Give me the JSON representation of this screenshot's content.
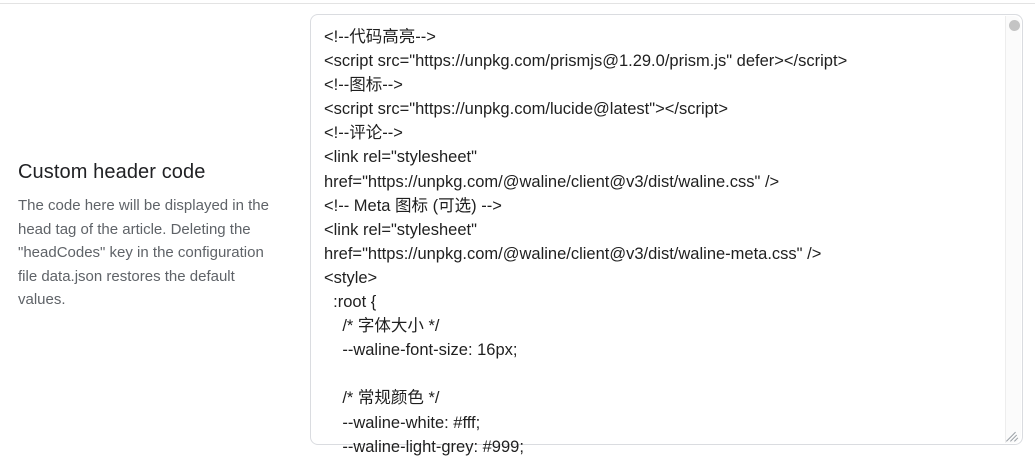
{
  "setting": {
    "title": "Custom header code",
    "description": "The code here will be displayed in the head tag of the article. Deleting the \"headCodes\" key in the configuration file data.json restores the default values."
  },
  "code_editor": {
    "placeholder": "",
    "value": "<!--代码高亮-->\n<script src=\"https://unpkg.com/prismjs@1.29.0/prism.js\" defer></script>\n<!--图标-->\n<script src=\"https://unpkg.com/lucide@latest\"></script>\n<!--评论-->\n<link rel=\"stylesheet\"\nhref=\"https://unpkg.com/@waline/client@v3/dist/waline.css\" />\n<!-- Meta 图标 (可选) -->\n<link rel=\"stylesheet\"\nhref=\"https://unpkg.com/@waline/client@v3/dist/waline-meta.css\" />\n<style>\n  :root {\n    /* 字体大小 */\n    --waline-font-size: 16px;\n\n    /* 常规颜色 */\n    --waline-white: #fff;\n    --waline-light-grey: #999;",
    "scroll_thumb_position": "top",
    "resizable": true
  },
  "colors": {
    "border": "#dadce0",
    "text": "#1f1f1f",
    "title": "#202124",
    "description": "#5f6368",
    "scrollbar_thumb": "#c4c4c4",
    "divider": "#e3e3e3"
  }
}
